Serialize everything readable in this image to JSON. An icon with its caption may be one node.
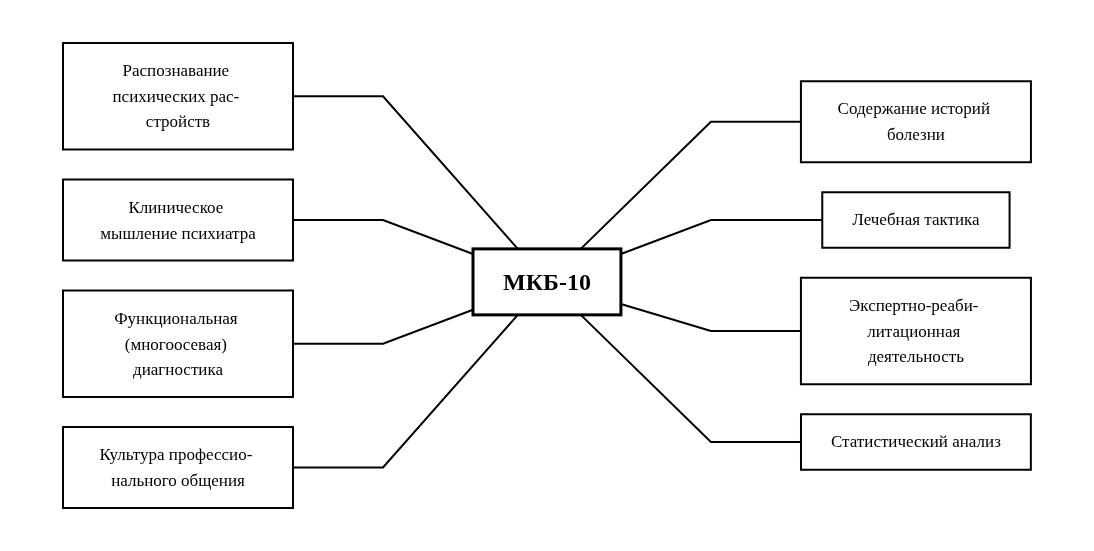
{
  "diagram": {
    "nodes": [
      {
        "text": [
          "Распознавание психических рас- стройств"
        ]
      },
      {
        "text": [
          "Содержание историй болезни"
        ]
      },
      {
        "text": [
          "Клиническое мышление психиатра"
        ]
      },
      {
        "text": [
          "Лечебная тактика"
        ]
      },
      {
        "text": [
          "МКБ-10"
        ]
      },
      {
        "text": [
          "Функциональная (многоосевая) диагностика"
        ]
      },
      {
        "text": [
          "Экспертно-реаби- литационная деятельность"
        ]
      },
      {
        "text": [
          "Культура профессио- нального общения"
        ]
      },
      {
        "text": [
          "Статистический анализ"
        ]
      }
    ],
    "edges": [
      {
        "from": 0,
        "to": 4,
        "arrow": "none"
      },
      {
        "from": 2,
        "to": 4,
        "arrow": "none"
      },
      {
        "from": 5,
        "to": 4,
        "arrow": "none"
      },
      {
        "from": 7,
        "to": 4,
        "arrow": "none"
      },
      {
        "from": 4,
        "to": 1,
        "arrow": "none"
      },
      {
        "from": 4,
        "to": 3,
        "arrow": "none"
      },
      {
        "from": 4,
        "to": 6,
        "arrow": "none"
      },
      {
        "from": 4,
        "to": 8,
        "arrow": "none"
      }
    ]
  }
}
